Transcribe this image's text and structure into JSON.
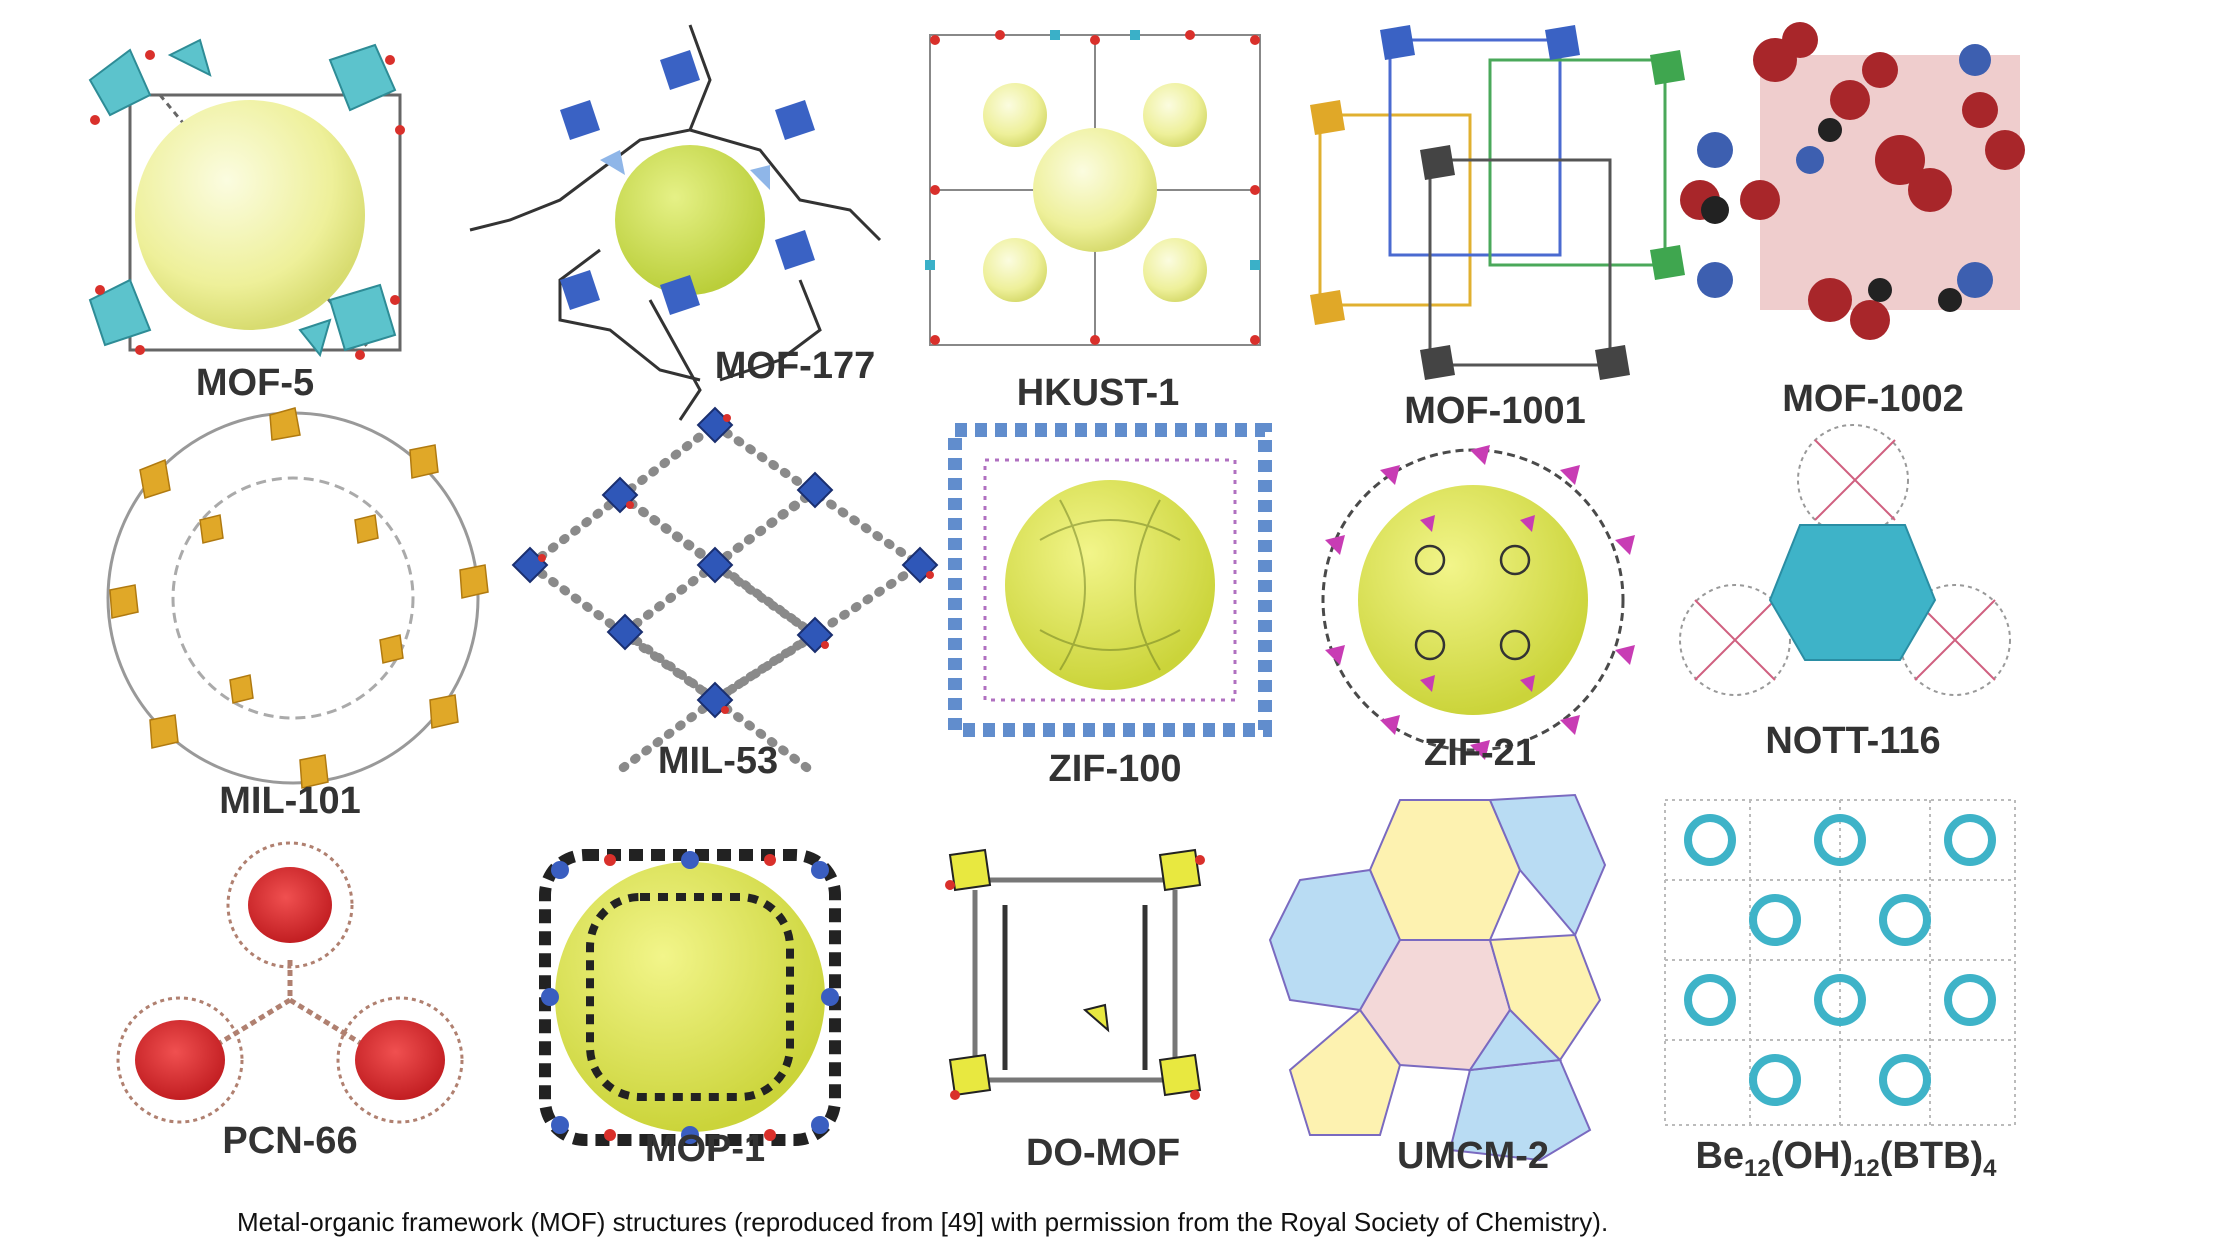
{
  "labels": {
    "mof5": "MOF-5",
    "mof177": "MOF-177",
    "hkust1": "HKUST-1",
    "mof1001": "MOF-1001",
    "mof1002": "MOF-1002",
    "mil101": "MIL-101",
    "mil53": "MIL-53",
    "zif100": "ZIF-100",
    "zif21": "ZIF-21",
    "nott116": "NOTT-116",
    "pcn66": "PCN-66",
    "mop1": "MOP-1",
    "domof": "DO-MOF",
    "umcm2": "UMCM-2",
    "be_formula": {
      "p1": "Be",
      "s1": "12",
      "p2": "(OH)",
      "s2": "12",
      "p3": "(BTB)",
      "s3": "4"
    }
  },
  "caption": "Metal-organic framework (MOF) structures (reproduced from [49] with permission from the Royal Society of Chemistry).",
  "colors": {
    "sphere_yellow": "#eef09a",
    "sphere_green": "#cde04a",
    "teal_polyhedra": "#5cc3cc",
    "blue_polyhedra": "#3a62c4",
    "oxygen_red": "#d9302b",
    "gold_polyhedra": "#e0a828",
    "magenta_polyhedra": "#c83cb4",
    "dark_red": "#a8262a",
    "cyan_triangle": "#3eb3c8",
    "framework_grey": "#555555",
    "label_text": "#333333"
  }
}
